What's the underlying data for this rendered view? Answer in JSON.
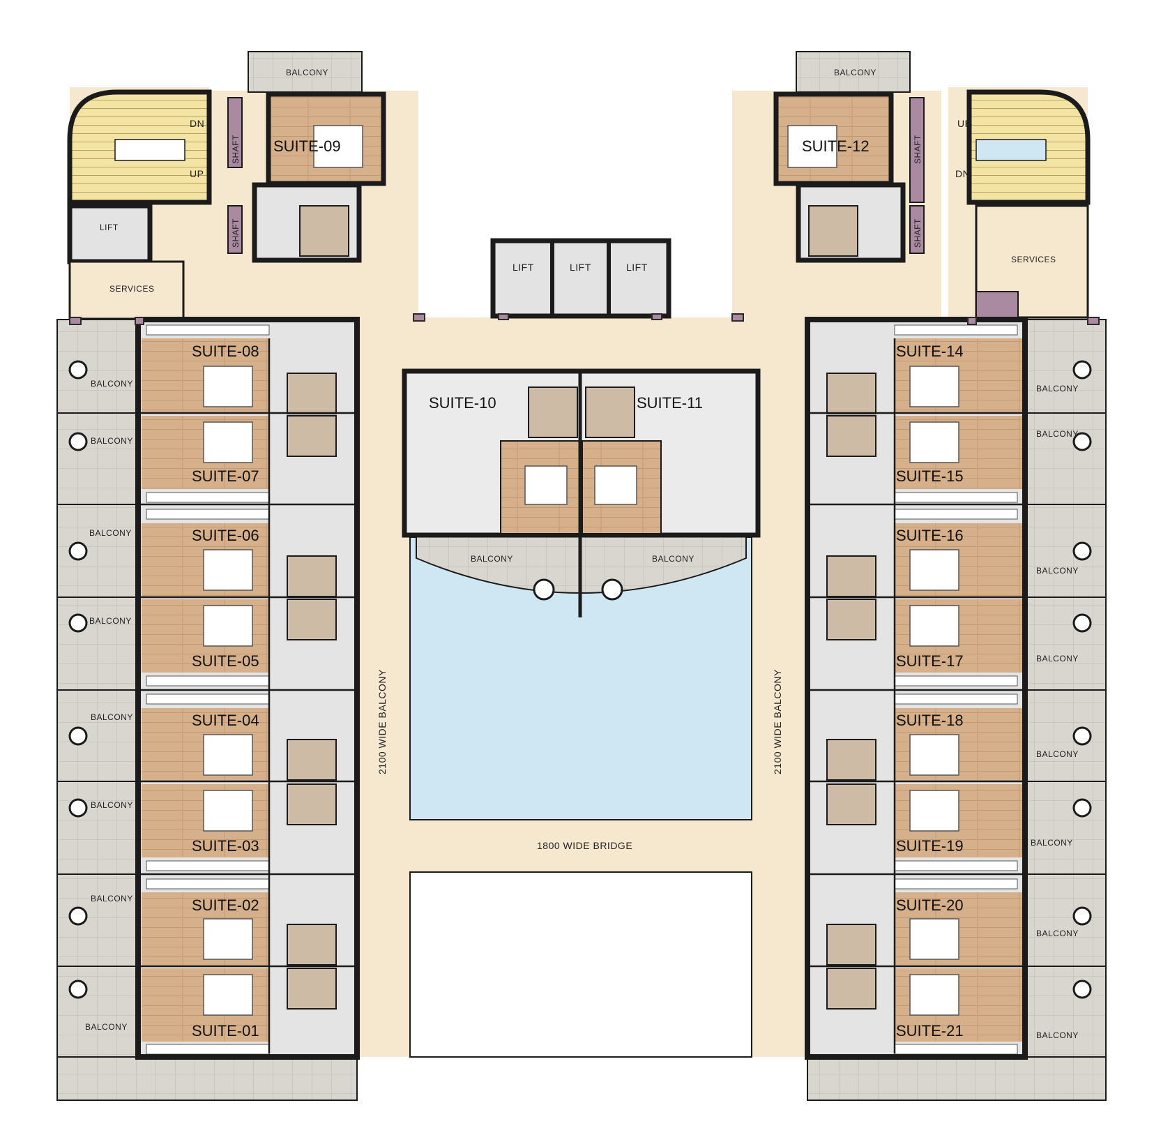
{
  "colors": {
    "floor_wood": "#d6b08a",
    "corridor": "#f6e8cf",
    "balcony_tile": "#d8d6cf",
    "pool": "#cfe6f3",
    "wet_area": "#e4e4e4",
    "bath_tile": "#cdbba6",
    "stair": "#f4e4a3",
    "lift": "#e3e3e3",
    "service": "#f6e8cf",
    "shaft": "#a98aa0",
    "wall": "#1b1b1b",
    "marble": "#ebebeb"
  },
  "labels": {
    "balcony": "BALCONY",
    "lift": "LIFT",
    "shaft": "SHAFT",
    "services": "SERVICES",
    "up": "UP",
    "dn": "DN",
    "corridor_left": "2100 WIDE BALCONY",
    "corridor_right": "2100 WIDE BALCONY",
    "bridge": "1800 WIDE BRIDGE"
  },
  "suites": {
    "s01": "SUITE-01",
    "s02": "SUITE-02",
    "s03": "SUITE-03",
    "s04": "SUITE-04",
    "s05": "SUITE-05",
    "s06": "SUITE-06",
    "s07": "SUITE-07",
    "s08": "SUITE-08",
    "s09": "SUITE-09",
    "s10": "SUITE-10",
    "s11": "SUITE-11",
    "s12": "SUITE-12",
    "s14": "SUITE-14",
    "s15": "SUITE-15",
    "s16": "SUITE-16",
    "s17": "SUITE-17",
    "s18": "SUITE-18",
    "s19": "SUITE-19",
    "s20": "SUITE-20",
    "s21": "SUITE-21"
  }
}
